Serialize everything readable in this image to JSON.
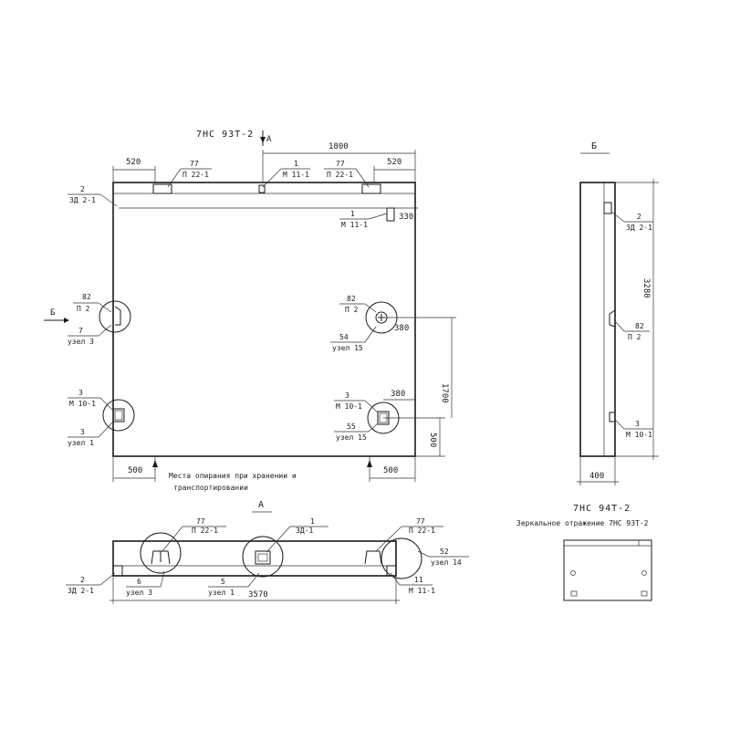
{
  "main_view": {
    "title": "7НС 93Т-2",
    "arrow_label": "А",
    "dim_top_total": "1800",
    "dim_top_left": "520",
    "dim_top_right": "520",
    "dim_right_330": "330",
    "dim_right_380a": "380",
    "dim_right_380b": "380",
    "dim_right_1700": "1700",
    "dim_right_500": "500",
    "dim_bottom_left": "500",
    "dim_bottom_right": "500",
    "support_note_line1": "Места опирания при хранении и",
    "support_note_line2": "транспортировании",
    "section_arrow_label": "Б",
    "callouts": {
      "t77a_num": "77",
      "t77a_ref": "П 22-1",
      "t1_num": "1",
      "t1_ref": "М 11-1",
      "t77b_num": "77",
      "t77b_ref": "П 22-1",
      "l2_num": "2",
      "l2_ref": "ЗД 2-1",
      "r1_num": "1",
      "r1_ref": "М 11-1",
      "l82_num": "82",
      "l82_ref": "П 2",
      "l7_num": "7",
      "l7_ref": "узел 3",
      "r82_num": "82",
      "r82_ref": "П 2",
      "r54_num": "54",
      "r54_ref": "узел 15",
      "l3_num": "3",
      "l3_ref": "М 10-1",
      "l3b_num": "3",
      "l3b_ref": "узел 1",
      "r3_num": "3",
      "r3_ref": "М 10-1",
      "r55_num": "55",
      "r55_ref": "узел 15"
    }
  },
  "side_view": {
    "title": "Б",
    "dim_height": "3280",
    "dim_width": "400",
    "callouts": {
      "s2_num": "2",
      "s2_ref": "ЗД 2-1",
      "s82_num": "82",
      "s82_ref": "П 2",
      "s3_num": "3",
      "s3_ref": "М 10-1"
    }
  },
  "plan_view": {
    "title": "А",
    "dim_total": "3570",
    "callouts": {
      "p77_num": "77",
      "p77_ref": "П 22-1",
      "p1_num": "1",
      "p1_ref": "ЗД-1",
      "p77b_num": "77",
      "p77b_ref": "П 22-1",
      "p52_num": "52",
      "p52_ref": "узел 14",
      "p2_num": "2",
      "p2_ref": "ЗД 2-1",
      "p6_num": "6",
      "p6_ref": "узел 3",
      "p5_num": "5",
      "p5_ref": "узел 1",
      "p11_num": "11",
      "p11_ref": "М 11-1"
    }
  },
  "mirror_view": {
    "title": "7НС 94Т-2",
    "subtitle": "Зеркальное отражение 7НС 93Т-2"
  }
}
